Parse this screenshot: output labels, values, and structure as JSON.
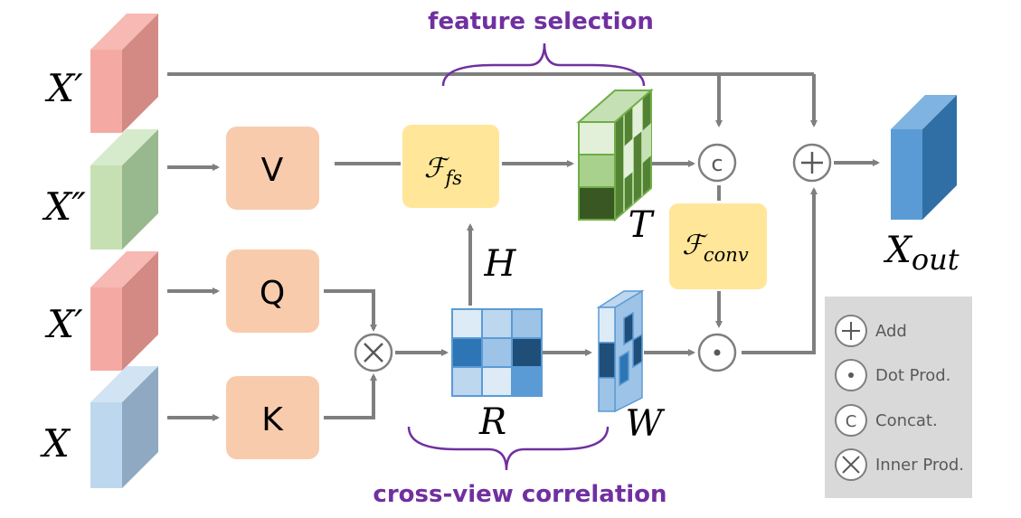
{
  "inputs": {
    "x_prime_top": "X′",
    "x_double_prime": "X″",
    "x_prime_mid": "X′",
    "x": "X"
  },
  "blocks": {
    "v": "V",
    "q": "Q",
    "k": "K",
    "ffs": "ℱ",
    "ffs_sub": "fs",
    "fconv": "ℱ",
    "fconv_sub": "conv"
  },
  "labels": {
    "feature_selection": "feature selection",
    "cross_view_correlation": "cross-view correlation",
    "t": "T",
    "h": "H",
    "r": "R",
    "w": "W",
    "x_out": "X",
    "x_out_sub": "out"
  },
  "ops": {
    "concat": "c",
    "add": "+",
    "dot": "⊙",
    "inner": "⊗"
  },
  "legend": {
    "items": [
      {
        "symbol": "+",
        "label": "Add"
      },
      {
        "symbol": "•",
        "label": "Dot Prod."
      },
      {
        "symbol": "C",
        "label": "Concat."
      },
      {
        "symbol": "×",
        "label": "Inner Prod."
      }
    ]
  },
  "colors": {
    "arrow": "#7f7f7f",
    "red_cube": "#f4aaa2",
    "green_cube": "#c6e0b4",
    "blue_cube": "#bdd7ee",
    "out_cube": "#5b9bd5",
    "peach_block": "#f8cbad",
    "yellow_block": "#ffe699",
    "purple_text": "#7030a0",
    "legend_bg": "#d9d9d9"
  }
}
